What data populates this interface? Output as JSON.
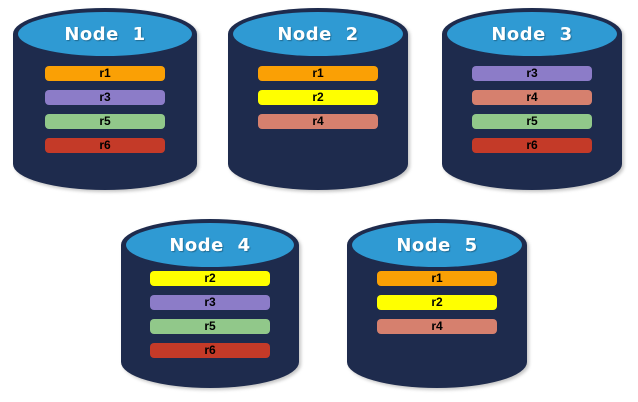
{
  "diagram": {
    "background_color": "#FFFFFF",
    "cylinder_body_color": "#1E2B4D",
    "cylinder_top_color": "#2F9AD3",
    "title_text_color": "#FFFFFF",
    "bar_text_color": "#000000",
    "replica_colors": {
      "r1": "#FAA005",
      "r2": "#FFFF00",
      "r3": "#8C7CC8",
      "r4": "#D6806E",
      "r5": "#91C88A",
      "r6": "#C43A28"
    },
    "nodes": [
      {
        "title": "Node 1",
        "replicas": [
          "r1",
          "r3",
          "r5",
          "r6"
        ]
      },
      {
        "title": "Node 2",
        "replicas": [
          "r1",
          "r2",
          "r4"
        ]
      },
      {
        "title": "Node 3",
        "replicas": [
          "r3",
          "r4",
          "r5",
          "r6"
        ]
      },
      {
        "title": "Node 4",
        "replicas": [
          "r2",
          "r3",
          "r5",
          "r6"
        ]
      },
      {
        "title": "Node 5",
        "replicas": [
          "r1",
          "r2",
          "r4"
        ]
      }
    ]
  }
}
